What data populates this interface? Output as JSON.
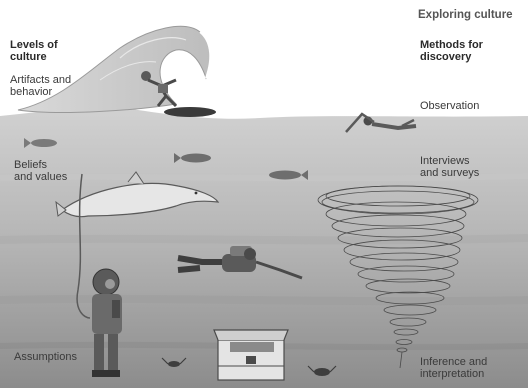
{
  "title": "Exploring culture",
  "left_header": "Levels of\nculture",
  "right_header": "Methods for\ndiscovery",
  "levels": [
    {
      "label": "Artifacts and\nbehavior"
    },
    {
      "label": "Beliefs\nand values"
    },
    {
      "label": "Assumptions"
    }
  ],
  "methods": [
    {
      "label": "Observation"
    },
    {
      "label": "Interviews\nand surveys"
    },
    {
      "label": "Inference and\ninterpretation"
    }
  ],
  "icons": {
    "wave": "wave-icon",
    "surfer": "surfer-icon",
    "swimmer": "swimmer-icon",
    "dolphin": "dolphin-icon",
    "scuba_diver": "scuba-diver-icon",
    "deep_sea_diver": "deep-sea-diver-icon",
    "whirlpool": "whirlpool-icon",
    "treasure_chest": "treasure-chest-icon",
    "fish": "fish-icon",
    "crab": "crab-icon"
  },
  "colors": {
    "water_top": "#cfcfcf",
    "water_bottom": "#8f8f8f",
    "text": "#3a3a3a"
  }
}
